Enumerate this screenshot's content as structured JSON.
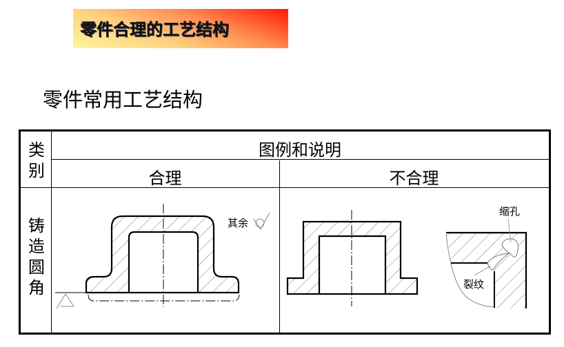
{
  "banner": {
    "title": "零件合理的工艺结构"
  },
  "subtitle": "零件常用工艺结构",
  "table": {
    "category_header": "类别",
    "illustration_header": "图例和说明",
    "reasonable_header": "合理",
    "unreasonable_header": "不合理",
    "row_category": "铸造圆角",
    "annotations": {
      "rest_surface": "其余",
      "shrinkage_hole": "缩孔",
      "crack": "裂纹"
    }
  }
}
